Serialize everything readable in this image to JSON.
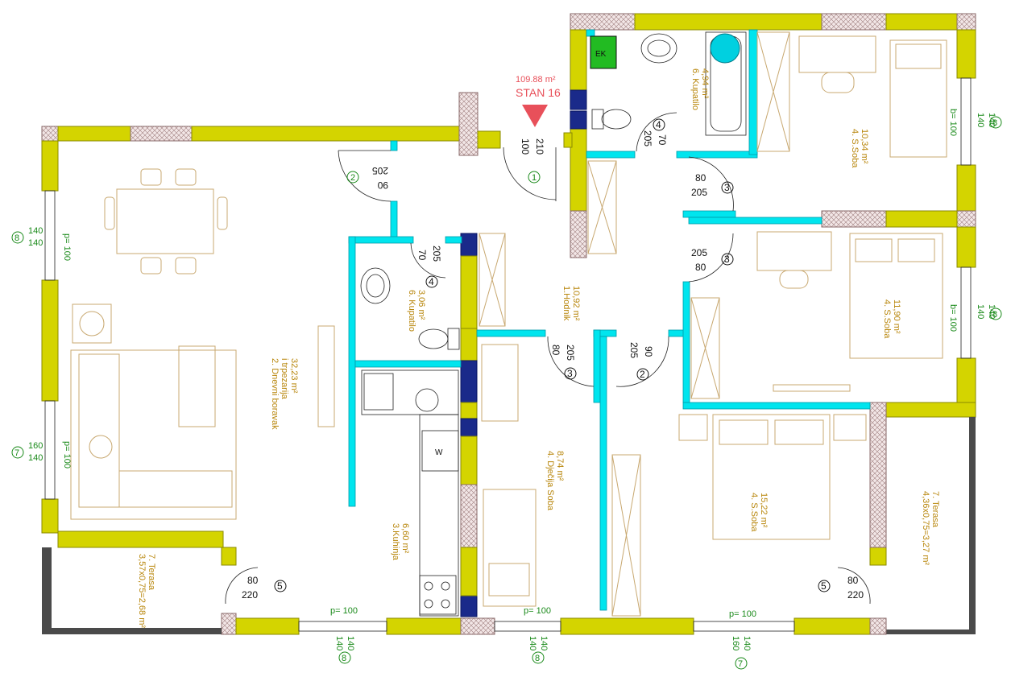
{
  "header": {
    "area": "109.88 m²",
    "unit": "STAN 16"
  },
  "rooms": {
    "hall": {
      "name": "1.Hodnik",
      "area": "10,92 m²"
    },
    "living": {
      "name": "2. Dnevni boravak",
      "name2": "i trpezarija",
      "area": "32,23 m²"
    },
    "kitchen": {
      "name": "3.Kuhinja",
      "area": "6,60 m²"
    },
    "kids": {
      "name": "4. Dječija Soba",
      "area": "8,74 m²"
    },
    "bed_top": {
      "name": "4. S.Soba",
      "area": "10,34 m²"
    },
    "bed_mid": {
      "name": "4. S.Soba",
      "area": "11,90 m²"
    },
    "bed_big": {
      "name": "4. S.Soba",
      "area": "15,22 m²"
    },
    "bath_small": {
      "name": "6. Kupatilo",
      "area": "3,06 m²"
    },
    "bath_big": {
      "name": "6. Kupatilo",
      "area": "4,94 m²"
    },
    "terrace_left": {
      "name": "7. Terasa",
      "area": "3,57x0,75=2,68 m²"
    },
    "terrace_right": {
      "name": "7. Terasa",
      "area": "4,36x0,75=3,27 m²"
    }
  },
  "fixtures": {
    "ek": "EK",
    "wm": "W"
  },
  "doors": {
    "d1": {
      "no": "1",
      "w": "100",
      "h": "210"
    },
    "d2": {
      "no": "2",
      "w": "90",
      "h": "205"
    },
    "d3a": {
      "no": "3",
      "w": "80",
      "h": "205"
    },
    "d3b": {
      "no": "3",
      "w": "80",
      "h": "205"
    },
    "d4a": {
      "no": "4",
      "w": "70",
      "h": "205"
    },
    "d4b": {
      "no": "4",
      "w": "70",
      "h": "205"
    },
    "d3c": {
      "no": "3",
      "w": "80",
      "h": "205"
    },
    "d2b": {
      "no": "2",
      "w": "90",
      "h": "205"
    },
    "d5a": {
      "no": "5",
      "w": "80",
      "h": "220"
    },
    "d5b": {
      "no": "5",
      "w": "80",
      "h": "220"
    }
  },
  "windows": {
    "left_top": {
      "no": "8",
      "a": "140",
      "b": "140",
      "p": "p= 100"
    },
    "left_bottom": {
      "no": "7",
      "a": "160",
      "b": "140",
      "p": "p= 100"
    },
    "bottom1": {
      "no": "8",
      "a": "140",
      "b": "140",
      "p": "p= 100"
    },
    "bottom2": {
      "no": "8",
      "a": "140",
      "b": "140",
      "p": "p= 100"
    },
    "bottom3": {
      "no": "7",
      "a": "160",
      "b": "140",
      "p": "p= 100"
    },
    "right_top": {
      "no": "8",
      "a": "140",
      "b": "140",
      "p": "b= 100"
    },
    "right_mid": {
      "no": "8",
      "a": "140",
      "b": "140",
      "p": "b= 100"
    }
  }
}
